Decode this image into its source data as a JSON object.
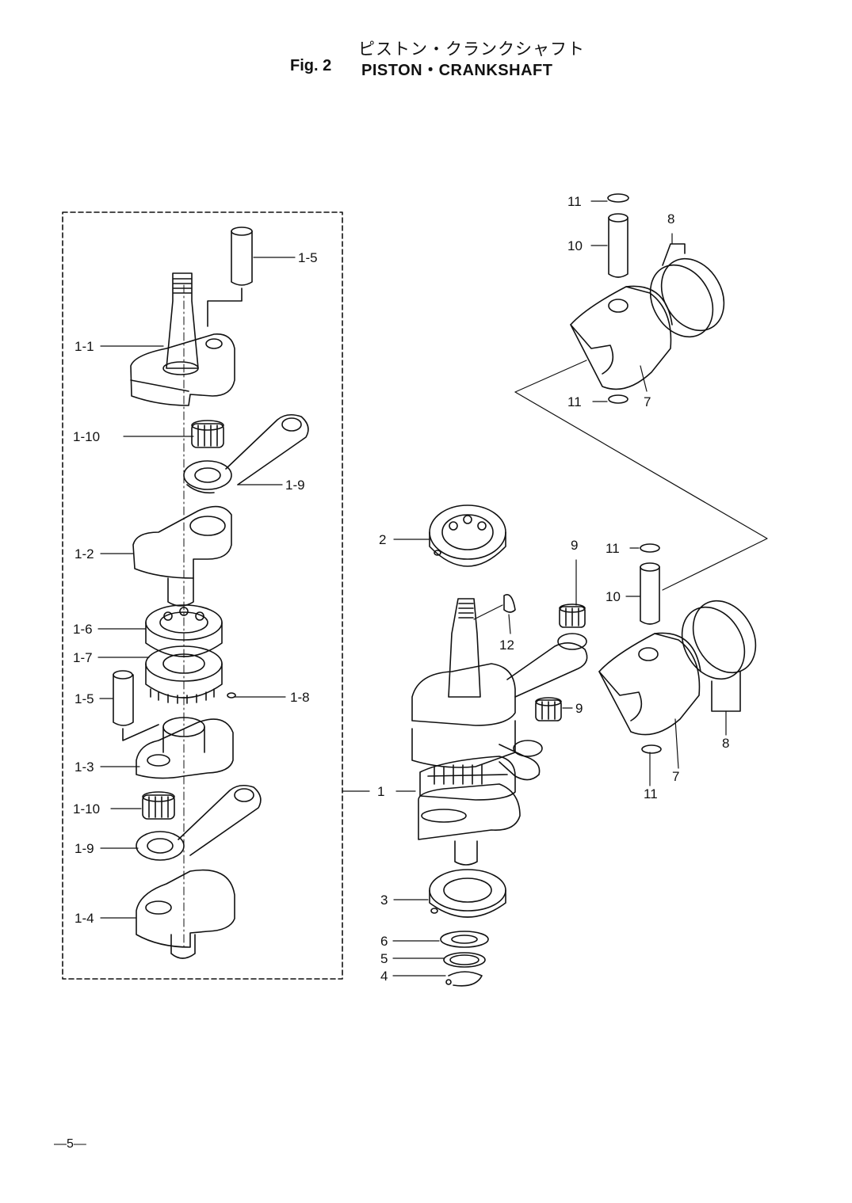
{
  "header": {
    "title_jp": "ピストン・クランクシャフト",
    "fig_no": "Fig. 2",
    "title_en": "PISTON・CRANKSHAFT"
  },
  "page_number": "—5—",
  "callouts": {
    "c1": "1",
    "c1_1": "1-1",
    "c1_2": "1-2",
    "c1_3": "1-3",
    "c1_4": "1-4",
    "c1_5a": "1-5",
    "c1_5b": "1-5",
    "c1_6": "1-6",
    "c1_7": "1-7",
    "c1_8": "1-8",
    "c1_9a": "1-9",
    "c1_9b": "1-9",
    "c1_10a": "1-10",
    "c1_10b": "1-10",
    "c2": "2",
    "c3": "3",
    "c4": "4",
    "c5": "5",
    "c6": "6",
    "c7a": "7",
    "c7b": "7",
    "c8a": "8",
    "c8b": "8",
    "c9a": "9",
    "c9b": "9",
    "c10a": "10",
    "c10b": "10",
    "c11a": "11",
    "c11b": "11",
    "c11c": "11",
    "c11d": "11",
    "c12": "12"
  }
}
